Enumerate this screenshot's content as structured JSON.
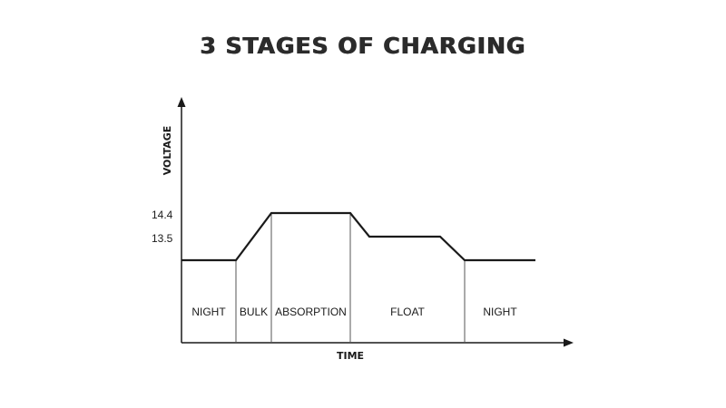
{
  "title": "3 STAGES OF CHARGING",
  "chart_data": {
    "type": "line",
    "xlabel": "TIME",
    "ylabel": "VOLTAGE",
    "y_ticks": [
      "14.4",
      "13.5"
    ],
    "stages": [
      {
        "label": "NIGHT",
        "start": 0,
        "end": 1.0
      },
      {
        "label": "BULK",
        "start": 1.0,
        "end": 1.65
      },
      {
        "label": "ABSORPTION",
        "start": 1.65,
        "end": 3.1
      },
      {
        "label": "FLOAT",
        "start": 3.1,
        "end": 5.2
      },
      {
        "label": "NIGHT",
        "start": 5.2,
        "end": 6.5
      }
    ],
    "curve": {
      "x": [
        0,
        1.0,
        1.65,
        3.1,
        3.45,
        4.75,
        5.2,
        6.5
      ],
      "y": [
        12.6,
        12.6,
        14.4,
        14.4,
        13.5,
        13.5,
        12.6,
        12.6
      ]
    }
  }
}
